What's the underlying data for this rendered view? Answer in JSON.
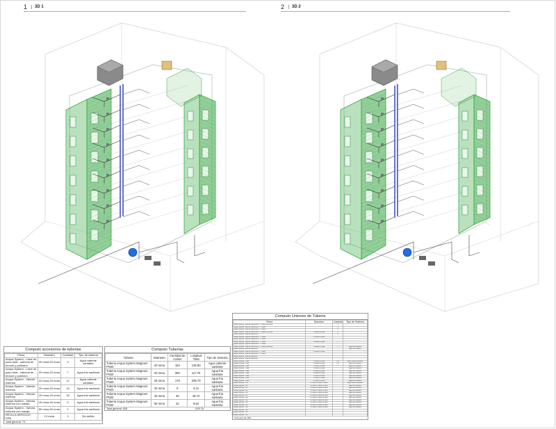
{
  "views": [
    {
      "number": "1",
      "name": "3D 1"
    },
    {
      "number": "2",
      "name": "3D 2"
    }
  ],
  "colors": {
    "facade_green": "#3aa845",
    "pipe_blue": "#1b2bb0",
    "pump_blue": "#1f6fe0",
    "linework": "#7a7a7a",
    "tank_gray": "#8a8a8a"
  },
  "schedules": {
    "accesorios": {
      "title": "Computo accesorios de tuberias",
      "columns": [
        "Pieza",
        "Diametro",
        "Cantidad",
        "Tipo de sistema"
      ],
      "rows": [
        [
          "Acqua System - Llave de paso total - cabezal de bronce y polimero",
          "20 mma-20 mma",
          "3",
          "Agua caliente sanitaria"
        ],
        [
          "Acqua System - Llave de paso total - cabezal de bronce y polimero",
          "20 mma-20 mma",
          "7",
          "Agua fria sanitaria"
        ],
        [
          "Acqua System - Valvula esferica",
          "20 mma-20 mma",
          "12",
          "Agua caliente sanitaria"
        ],
        [
          "Acqua System - Valvula esferica",
          "20 mma-20 mma",
          "15",
          "Agua fria sanitaria"
        ],
        [
          "Acqua System - Valvula esferica",
          "25 mma-25 mma",
          "16",
          "Agua fria sanitaria"
        ],
        [
          "Acqua System - Valvula esferica con manija",
          "40 mma-40 mma",
          "5",
          "Agua fria sanitaria"
        ],
        [
          "Acqua System - Valvula esferica con manija",
          "50 mma-50 mma",
          "2",
          "Agua fria sanitaria"
        ],
        [
          "REJILLA SERVICIO PPN",
          "13 mma",
          "3",
          "Sin definir"
        ]
      ],
      "total": "Total general: 73"
    },
    "tuberias": {
      "title": "Computo Tuberias",
      "columns": [
        "Tuberia",
        "Diametro",
        "Cantidad de Caños",
        "Longitud Total",
        "Tipo de Sistema"
      ],
      "rows": [
        [
          "Tuberia Acqua System Magnum PN20",
          "20 mma",
          "153",
          "135.90",
          "Agua caliente sanitaria"
        ],
        [
          "Tuberia Acqua System Magnum PN20",
          "20 mma",
          "280",
          "117.75",
          "Agua fria sanitaria"
        ],
        [
          "Tuberia Acqua System Magnum PN20",
          "25 mma",
          "176",
          "209.79",
          "Agua fria sanitaria"
        ],
        [
          "Tuberia Acqua System Magnum PN20",
          "32 mma",
          "9",
          "5.11",
          "Agua fria sanitaria"
        ],
        [
          "Tuberia Acqua System Magnum PN20",
          "40 mma",
          "49",
          "48.72",
          "Agua fria sanitaria"
        ],
        [
          "Tuberia Acqua System Magnum PN20",
          "50 mma",
          "22",
          "8.62",
          "Agua fria sanitaria"
        ]
      ],
      "total": "Total general: 828",
      "total_length": "629.76"
    },
    "uniones": {
      "title": "Computo Uniones de Tuberia",
      "columns": [
        "Pieza",
        "Diametro",
        "Cantidad",
        "Tipo de Sistema"
      ],
      "rows": [
        [
          "Acqua System - Buje de reduccion c/ T. Codos con rosca",
          "",
          "6",
          ""
        ],
        [
          "Acqua System - Buje de reduccion c/ T. Codos",
          "",
          "3",
          ""
        ],
        [
          "Acqua System - Buje de reduccion c/ T. Codos",
          "",
          "5",
          ""
        ],
        [
          "Acqua System - Buje de reduccion c/ T. Codos con rosca",
          "20 mma-20 mma",
          "6",
          ""
        ],
        [
          "Acqua System - Buje de reduccion",
          "",
          "4",
          ""
        ],
        [
          "Acqua System - Buje de reduccion c/ T. Codos",
          "20 mma-20 mma",
          "",
          ""
        ],
        [
          "Acqua System - Buje de reduccion c/ T. Codos",
          "",
          "",
          ""
        ],
        [
          "Acqua System - Buje de reduccion c/ T. Codos",
          "20 mma-20 mma",
          "1",
          ""
        ],
        [
          "Acqua System - Buje de reduccion c/ T. Codos",
          "",
          "",
          ""
        ],
        [
          "Acqua System - Buje de reduccion c/ T. Codos con rosca",
          "20 mma-20 mma",
          "2",
          "Agua fria sanitaria"
        ],
        [
          "Acqua System - Buje de reduccion",
          "",
          "",
          "Agua fria sanitaria"
        ],
        [
          "Acqua System - Buje de reduccion c/ T. Codos",
          "20 mma-20 mma",
          "",
          ""
        ],
        [
          "Acqua System - Buje de reduccion c/ T. Codos",
          "",
          "",
          ""
        ],
        [
          "Acqua System - Buje de reduccion",
          "",
          "",
          ""
        ],
        [
          "Acqua System - Buje de reduccion",
          "",
          "",
          ""
        ],
        [
          "Acqua System - Codo",
          "20 mma-20 mma",
          "148",
          "Agua caliente sanitaria"
        ],
        [
          "Acqua System - Codo",
          "20 mma-20 mma",
          "193",
          "Agua fria sanitaria"
        ],
        [
          "Acqua System - Codo",
          "25 mma-25 mma",
          "",
          "Agua fria sanitaria"
        ],
        [
          "Acqua System - Codo",
          "32 mma-32 mma",
          "",
          "Agua fria sanitaria"
        ],
        [
          "Acqua System - Codo",
          "40 mma-40 mma",
          "",
          "Agua fria sanitaria"
        ],
        [
          "Acqua System - Codo",
          "50 mma-50 mma",
          "",
          "Agua fria sanitaria"
        ],
        [
          "Acqua System - Codo",
          "20 mma-20 mma",
          "",
          "Agua fria sanitaria"
        ],
        [
          "Acqua System - Codo",
          "25 mma-25 mma",
          "",
          "Agua fria sanitaria"
        ],
        [
          "Acqua System - Codo",
          "20 mma-20 mma",
          "",
          "Agua fria sanitaria"
        ],
        [
          "Acqua System - Tee",
          "20 mma-20 mma-20 mma",
          "",
          "Agua caliente sanitaria"
        ],
        [
          "Acqua System - Tee",
          "20 mma-20 mma-20 mma",
          "",
          "Agua fria sanitaria"
        ],
        [
          "Acqua System - Tee",
          "25 mma-20 mma-25 mma",
          "",
          "Agua fria sanitaria"
        ],
        [
          "Acqua System - Tee",
          "25 mma-25 mma-25 mma",
          "",
          "Agua fria sanitaria"
        ],
        [
          "Acqua System - Tee",
          "32 mma-25 mma-32 mma",
          "",
          "Agua fria sanitaria"
        ],
        [
          "Acqua System - Tee",
          "40 mma-40 mma-40 mma",
          "",
          "Agua fria sanitaria"
        ],
        [
          "Acqua System - Tee",
          "50 mma-40 mma-50 mma",
          "",
          "Agua fria sanitaria"
        ],
        [
          "Acqua System - Tee",
          "50 mma-50 mma-50 mma",
          "",
          "Agua fria sanitaria"
        ],
        [
          "Acqua System - Tee",
          "20 mma-20 mma-20 mma",
          "",
          "Agua fria sanitaria"
        ],
        [
          "Acqua System - Tee",
          "25 mma-20 mma-25 mma",
          "",
          "Agua fria sanitaria"
        ],
        [
          "Acqua System - Tee",
          "20 mma-20 mma-20 mma",
          "",
          "Agua fria sanitaria"
        ],
        [
          "Acqua System - Tee",
          "",
          "",
          ""
        ],
        [
          "Acqua System - Tee",
          "",
          "",
          ""
        ],
        [
          "Acqua System - Tee",
          "",
          "",
          ""
        ]
      ],
      "total": "Total general: 948"
    }
  }
}
